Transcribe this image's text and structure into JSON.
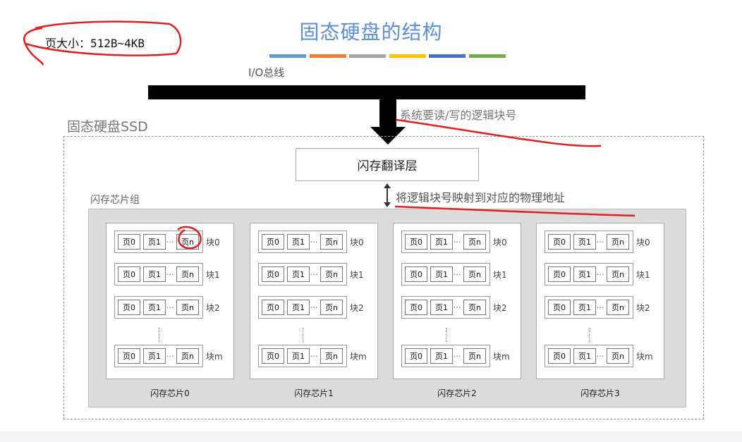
{
  "title": "固态硬盘的结构",
  "note": "页大小：512B~4KB",
  "colorbar": [
    "#5b9bd5",
    "#ed7d31",
    "#a5a5a5",
    "#ffc000",
    "#4472c4",
    "#70ad47"
  ],
  "bus_label": "I/O总线",
  "request_label": "系统要读/写的逻辑块号",
  "ssd_label": "固态硬盘SSD",
  "ftl_label": "闪存翻译层",
  "mapping_label": "将逻辑块号映射到对应的物理地址",
  "chip_group_label": "闪存芯片组",
  "page_labels": [
    "页0",
    "页1",
    "…",
    "页n"
  ],
  "vertical_dots": "⋮",
  "blocks": [
    "块0",
    "块1",
    "块2",
    "块m"
  ],
  "chips": [
    "闪存芯片0",
    "闪存芯片1",
    "闪存芯片2",
    "闪存芯片3"
  ],
  "annotation_color": "#e02020"
}
